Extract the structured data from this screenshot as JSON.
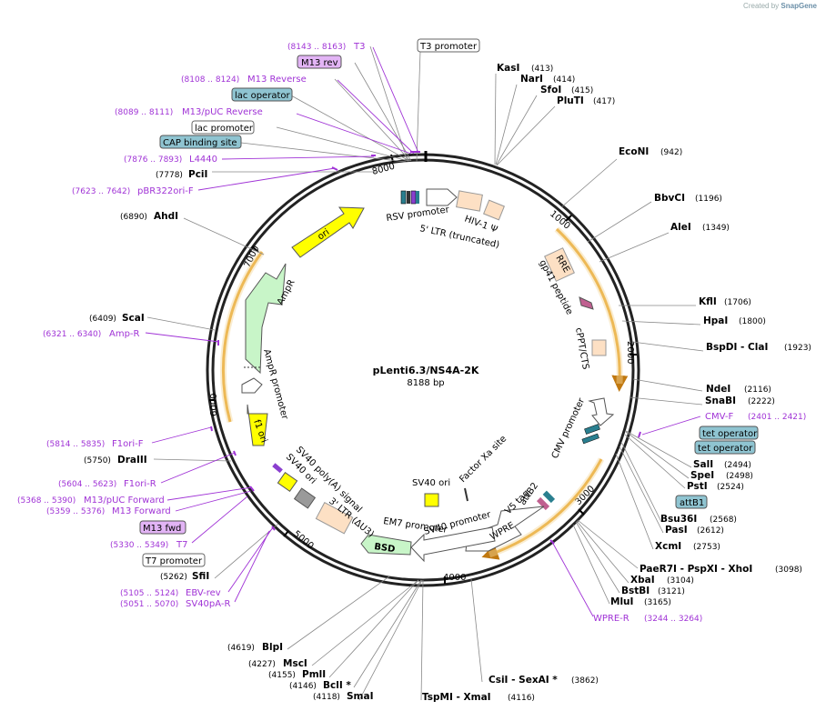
{
  "credit": {
    "prefix": "Created by",
    "brand": "SnapGene"
  },
  "title": "pLenti6.3/NS4A-2K",
  "length": "8188 bp",
  "ticks": [
    "1000",
    "2000",
    "3000",
    "4000",
    "5000",
    "6000",
    "7000",
    "8000"
  ],
  "enzymes_right": [
    {
      "name": "KasI",
      "pos": "(413)"
    },
    {
      "name": "NarI",
      "pos": "(414)"
    },
    {
      "name": "SfoI",
      "pos": "(415)"
    },
    {
      "name": "PluTI",
      "pos": "(417)"
    },
    {
      "name": "EcoNI",
      "pos": "(942)"
    },
    {
      "name": "BbvCI",
      "pos": "(1196)"
    },
    {
      "name": "AleI",
      "pos": "(1349)"
    },
    {
      "name": "KflI",
      "pos": "(1706)"
    },
    {
      "name": "HpaI",
      "pos": "(1800)"
    },
    {
      "name": "BspDI - ClaI",
      "pos": "(1923)"
    },
    {
      "name": "NdeI",
      "pos": "(2116)"
    },
    {
      "name": "SnaBI",
      "pos": "(2222)"
    },
    {
      "name": "SalI",
      "pos": "(2494)"
    },
    {
      "name": "SpeI",
      "pos": "(2498)"
    },
    {
      "name": "PstI",
      "pos": "(2524)"
    },
    {
      "name": "Bsu36I",
      "pos": "(2568)"
    },
    {
      "name": "PasI",
      "pos": "(2612)"
    },
    {
      "name": "XcmI",
      "pos": "(2753)"
    },
    {
      "name": "PaeR7I - PspXI - XhoI",
      "pos": "(3098)"
    },
    {
      "name": "XbaI",
      "pos": "(3104)"
    },
    {
      "name": "BstBI",
      "pos": "(3121)"
    },
    {
      "name": "MluI",
      "pos": "(3165)"
    }
  ],
  "enzymes_bottom": [
    {
      "name": "CsiI - SexAI *",
      "pos": "(3862)"
    },
    {
      "name": "TspMI - XmaI",
      "pos": "(4116)"
    },
    {
      "name": "BlpI",
      "pos": "(4619)"
    },
    {
      "name": "MscI",
      "pos": "(4227)"
    },
    {
      "name": "PmlI",
      "pos": "(4155)"
    },
    {
      "name": "BclI *",
      "pos": "(4146)"
    },
    {
      "name": "SmaI",
      "pos": "(4118)"
    }
  ],
  "enzymes_left": [
    {
      "name": "SfiI",
      "pos": "(5262)"
    },
    {
      "name": "DraIII",
      "pos": "(5750)"
    },
    {
      "name": "ScaI",
      "pos": "(6409)"
    },
    {
      "name": "AhdI",
      "pos": "(6890)"
    },
    {
      "name": "PciI",
      "pos": "(7778)"
    }
  ],
  "primers": [
    {
      "name": "T3",
      "pos": "(8143 .. 8163)"
    },
    {
      "name": "M13 Reverse",
      "pos": "(8108 .. 8124)"
    },
    {
      "name": "M13/pUC Reverse",
      "pos": "(8089 .. 8111)"
    },
    {
      "name": "L4440",
      "pos": "(7876 .. 7893)"
    },
    {
      "name": "pBR322ori-F",
      "pos": "(7623 .. 7642)"
    },
    {
      "name": "Amp-R",
      "pos": "(6321 .. 6340)"
    },
    {
      "name": "F1ori-F",
      "pos": "(5814 .. 5835)"
    },
    {
      "name": "F1ori-R",
      "pos": "(5604 .. 5623)"
    },
    {
      "name": "M13/pUC Forward",
      "pos": "(5368 .. 5390)"
    },
    {
      "name": "M13 Forward",
      "pos": "(5359 .. 5376)"
    },
    {
      "name": "T7",
      "pos": "(5330 .. 5349)"
    },
    {
      "name": "EBV-rev",
      "pos": "(5105 .. 5124)"
    },
    {
      "name": "SV40pA-R",
      "pos": "(5051 .. 5070)"
    },
    {
      "name": "CMV-F",
      "pos": "(2401 .. 2421)"
    },
    {
      "name": "WPRE-R",
      "pos": "(3244 .. 3264)"
    }
  ],
  "boxed_labels": {
    "t3_promoter": "T3 promoter",
    "m13_rev": "M13 rev",
    "lac_operator": "lac operator",
    "lac_promoter": "lac promoter",
    "cap_site": "CAP binding site",
    "tet_operator_1": "tet operator",
    "tet_operator_2": "tet operator",
    "attb1": "attB1",
    "m13_fwd": "M13 fwd",
    "t7_promoter": "T7 promoter"
  },
  "features": {
    "rsv_promoter": "RSV promoter",
    "ltr5": "5' LTR (truncated)",
    "hiv_psi": "HIV-1 Ψ",
    "rre": "RRE",
    "gp41": "gp41 peptide",
    "cppt": "cPPT/CTS",
    "cmv": "CMV promoter",
    "attb2": "attB2",
    "v5": "V5 tag",
    "wpre": "WPRE",
    "sv40_promoter": "SV40 promoter",
    "factor_xa": "Factor Xa site",
    "sv40_ori_inner": "SV40 ori",
    "em7": "EM7 promoter",
    "bsd": "BSD",
    "ltr3": "3' LTR (ΔU3)",
    "sv40_polya": "SV40 poly(A) signal",
    "sv40_ori": "SV40 ori",
    "f1_ori": "f1 ori",
    "ampr_promoter": "AmpR promoter",
    "ampr": "AmpR",
    "ori": "ori"
  },
  "colors": {
    "primer": "#a033d6",
    "feature_box": "#8fc4d1",
    "ori": "#ffff00",
    "ampr": "#c8f5c8",
    "ltr": "#fde0c4",
    "arc": "#e8a020"
  }
}
